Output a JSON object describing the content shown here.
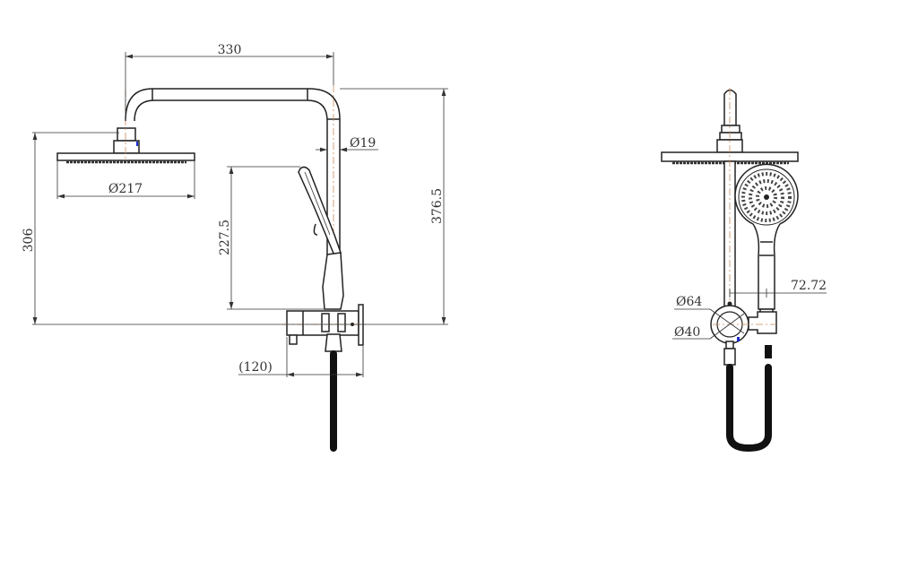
{
  "side_view": {
    "arm_width": "330",
    "pipe_diameter": "Ø19",
    "head_diameter": "Ø217",
    "head_height": "306",
    "hand_shower_height": "227.5",
    "overall_height": "376.5",
    "valve_depth": "(120)"
  },
  "front_view": {
    "valve_outer_diameter": "Ø64",
    "valve_inner_diameter": "Ø40",
    "hand_shower_offset": "72.72"
  },
  "colors": {
    "line": "#222222",
    "centerline": "#c8895a",
    "marker": "#1a2bd0"
  }
}
